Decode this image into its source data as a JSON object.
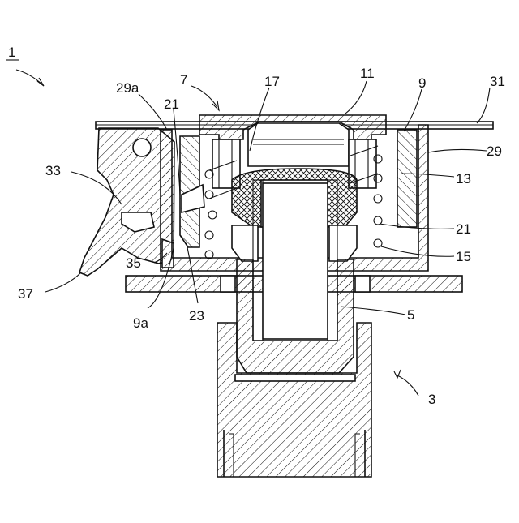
{
  "labels": {
    "l1": "1",
    "l3": "3",
    "l5": "5",
    "l7": "7",
    "l9": "9",
    "l9a": "9a",
    "l11": "11",
    "l13": "13",
    "l15": "15",
    "l17": "17",
    "l21_left": "21",
    "l21_right": "21",
    "l23": "23",
    "l29": "29",
    "l29a": "29a",
    "l31": "31",
    "l33": "33",
    "l35": "35",
    "l37": "37"
  },
  "colors": {
    "line": "#111111",
    "background": "#ffffff"
  }
}
